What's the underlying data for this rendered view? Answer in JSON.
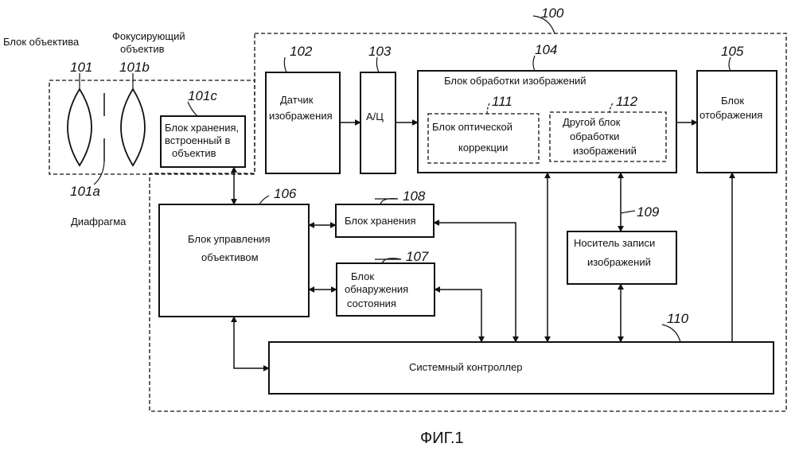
{
  "labels": {
    "lens_block": "Блок объектива",
    "focus_lens_1": "Фокусирующий",
    "focus_lens_2": "объектив",
    "diaphragm": "Диафрагма",
    "lens_storage_1": "Блок хранения,",
    "lens_storage_2": "встроенный в",
    "lens_storage_3": "объектив",
    "sensor_1": "Датчик",
    "sensor_2": "изображения",
    "adc": "А/Ц",
    "image_proc": "Блок обработки изображений",
    "optical_corr_1": "Блок оптической",
    "optical_corr_2": "коррекции",
    "other_proc_1": "Другой блок",
    "other_proc_2": "обработки",
    "other_proc_3": "изображений",
    "display_1": "Блок",
    "display_2": "отображения",
    "lens_ctrl_1": "Блок управления",
    "lens_ctrl_2": "объективом",
    "storage": "Блок хранения",
    "state_det_1": "Блок",
    "state_det_2": "обнаружения",
    "state_det_3": "состояния",
    "recording_1": "Носитель записи",
    "recording_2": "изображений",
    "sys_ctrl": "Системный контроллер"
  },
  "refs": {
    "r100": "100",
    "r101": "101",
    "r101a": "101a",
    "r101b": "101b",
    "r101c": "101c",
    "r102": "102",
    "r103": "103",
    "r104": "104",
    "r105": "105",
    "r106": "106",
    "r107": "107",
    "r108": "108",
    "r109": "109",
    "r110": "110",
    "r111": "111",
    "r112": "112"
  },
  "caption": "ФИГ.1"
}
